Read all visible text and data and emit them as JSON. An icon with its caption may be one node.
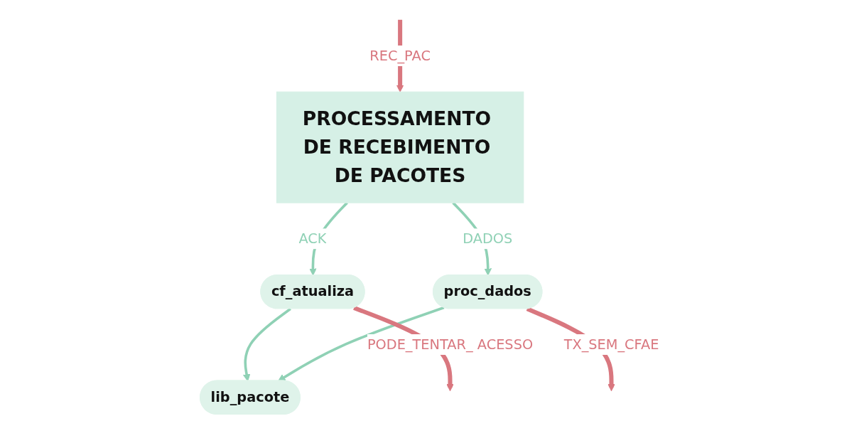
{
  "diagram": {
    "nodes": [
      {
        "text": [
          "PROCESSAMENTO DE RECEBIMENTO DE PACOTES"
        ]
      },
      {
        "text": [
          "cf_atualiza"
        ]
      },
      {
        "text": [
          "proc_dados"
        ]
      },
      {
        "text": [
          "lib_pacote"
        ]
      }
    ],
    "edges": [
      {
        "from": null,
        "to": 0,
        "arrow": "to",
        "label": "REC_PAC",
        "color": "#d9777f"
      },
      {
        "from": 0,
        "to": 1,
        "arrow": "to",
        "label": "ACK"
      },
      {
        "from": 0,
        "to": 2,
        "arrow": "to",
        "label": "DADOS"
      },
      {
        "from": 1,
        "to": 3,
        "arrow": "to"
      },
      {
        "from": 2,
        "to": 3,
        "arrow": "to"
      },
      {
        "from": 1,
        "to": null,
        "arrow": "to",
        "label": "PODE_TENTAR_ ACESSO",
        "color": "#d9777f"
      },
      {
        "from": 2,
        "to": null,
        "arrow": "to",
        "label": "TX_SEM_CFAE",
        "color": "#d9777f"
      }
    ]
  }
}
